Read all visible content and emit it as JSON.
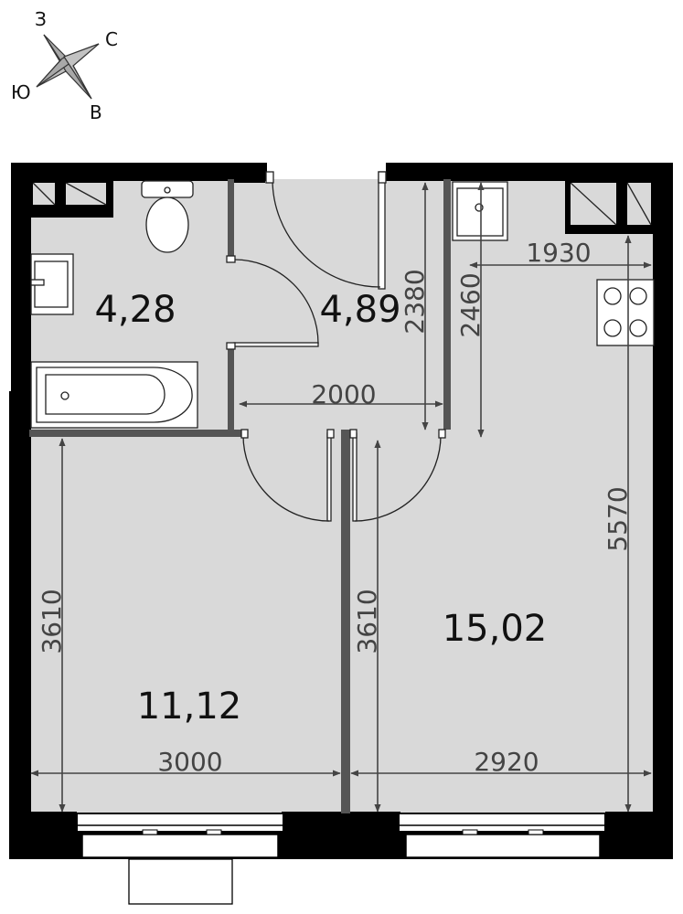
{
  "compass": {
    "north": "С",
    "east": "В",
    "south": "Ю",
    "west": "З"
  },
  "rooms": {
    "bathroom_area": "4,28",
    "hallway_area": "4,89",
    "bedroom_area": "11,12",
    "kitchen_living_area": "15,02"
  },
  "dimensions": {
    "hall_width": "2000",
    "hall_depth": "2380",
    "kitchen_niche_depth": "2460",
    "kitchen_niche_width": "1930",
    "kitchen_total_depth": "5570",
    "bedroom_depth": "3610",
    "living_depth": "3610",
    "bedroom_width": "3000",
    "living_width": "2920"
  },
  "colors": {
    "wall": "#000000",
    "partition": "#555555",
    "floor": "#d9d9d9",
    "dimension": "#444444"
  }
}
